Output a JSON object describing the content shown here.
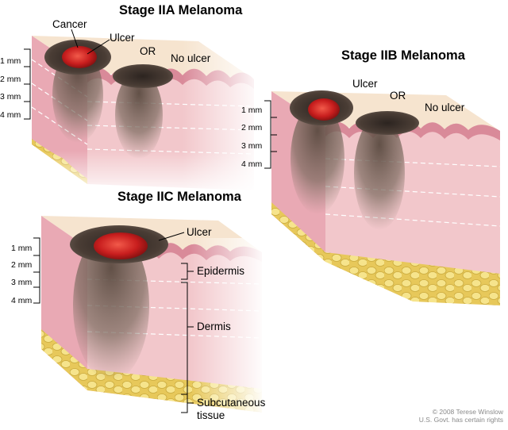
{
  "panels": {
    "iia": {
      "title": "Stage IIA Melanoma",
      "cancer_label": "Cancer",
      "ulcer_label": "Ulcer",
      "or_label": "OR",
      "no_ulcer_label": "No ulcer",
      "depth_ticks": [
        "1 mm",
        "2 mm",
        "3 mm",
        "4 mm"
      ]
    },
    "iib": {
      "title": "Stage IIB Melanoma",
      "ulcer_label": "Ulcer",
      "or_label": "OR",
      "no_ulcer_label": "No ulcer",
      "depth_ticks": [
        "1 mm",
        "2 mm",
        "3 mm",
        "4 mm"
      ]
    },
    "iic": {
      "title": "Stage IIC Melanoma",
      "ulcer_label": "Ulcer",
      "depth_ticks": [
        "1 mm",
        "2 mm",
        "3 mm",
        "4 mm"
      ],
      "layers": [
        "Epidermis",
        "Dermis",
        "Subcutaneous tissue"
      ]
    }
  },
  "credit": {
    "line1": "© 2008 Terese Winslow",
    "line2": "U.S. Govt. has certain rights"
  },
  "colors": {
    "skin_top": "#f6e4cf",
    "epidermis": "#e8b0b8",
    "dermis": "#f2c9cc",
    "fat": "#f0d970",
    "tumor_dark": "#3b2f2a",
    "ulcer_red": "#c81e1e"
  }
}
